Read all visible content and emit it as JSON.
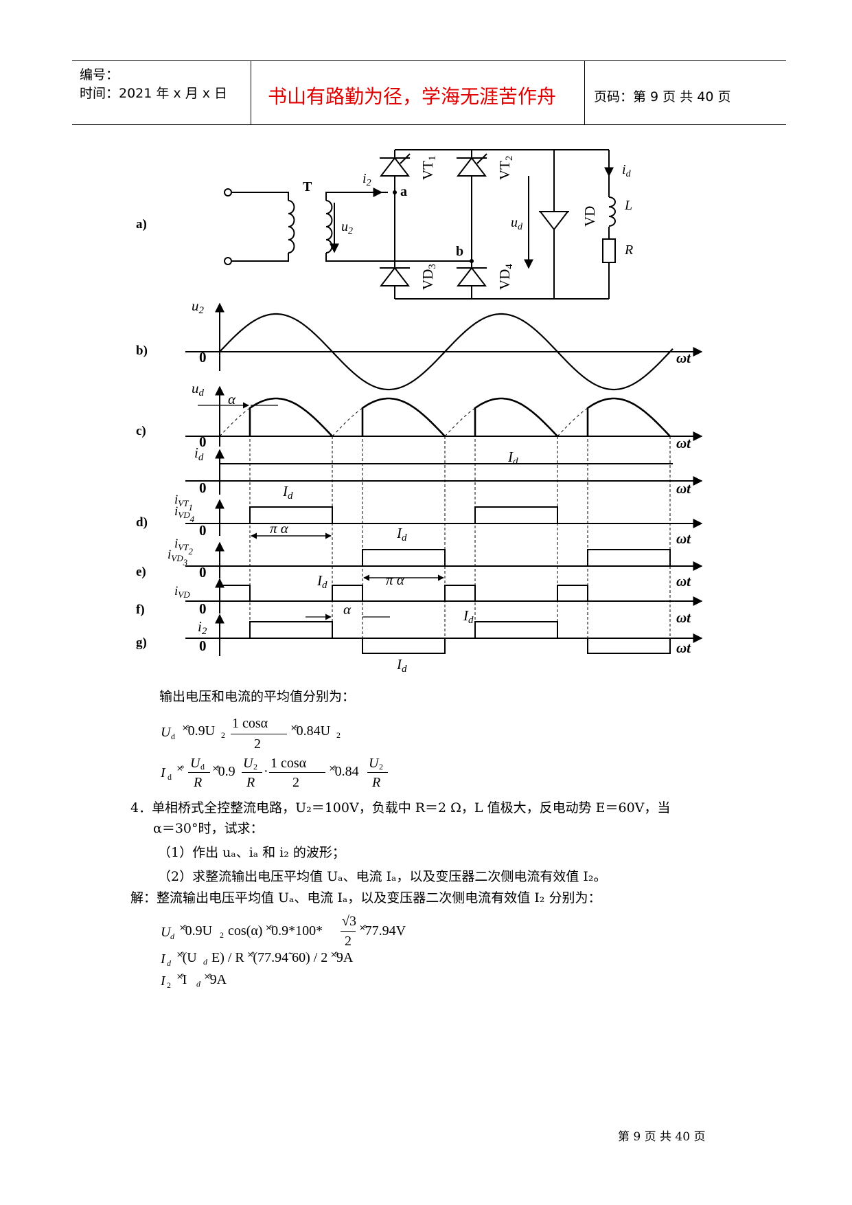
{
  "header": {
    "number_label": "编号：",
    "time_label": "时间：2021 年 x 月 x 日",
    "motto": "书山有路勤为径，学海无涯苦作舟",
    "page_label": "页码：第 9 页  共 40 页"
  },
  "figure": {
    "panel_labels": [
      "a)",
      "b)",
      "c)",
      "d)",
      "e)",
      "f)",
      "g)"
    ],
    "circuit": {
      "transformer": "T",
      "current_i2": "i",
      "current_i2_sub": "2",
      "voltage_u2": "u",
      "voltage_u2_sub": "2",
      "node_a": "a",
      "node_b": "b",
      "vt1": "VT",
      "vt1_sub": "1",
      "vt2": "VT",
      "vt2_sub": "2",
      "vd3": "VD",
      "vd3_sub": "3",
      "vd4": "VD",
      "vd4_sub": "4",
      "vd": "VD",
      "ud": "u",
      "ud_sub": "d",
      "id": "i",
      "id_sub": "d",
      "inductor": "L",
      "resistor": "R"
    },
    "waveforms": {
      "zero": "0",
      "omega_t": "ωt",
      "u2": "u",
      "u2_sub": "2",
      "ud": "u",
      "ud_sub": "d",
      "id": "i",
      "id_sub": "d",
      "Id": "I",
      "Id_sub": "d",
      "alpha": "α",
      "pi_alpha": "π   α",
      "ivt1": "i",
      "ivt1_sub": "VT",
      "ivt1_subsub": "1",
      "ivd4": "i",
      "ivd4_sub": "VD",
      "ivd4_subsub": "4",
      "ivt2": "i",
      "ivt2_sub": "VT",
      "ivt2_subsub": "2",
      "ivd3": "i",
      "ivd3_sub": "VD",
      "ivd3_subsub": "3",
      "ivd": "i",
      "ivd_sub": "VD",
      "i2": "i",
      "i2_sub": "2"
    }
  },
  "content": {
    "intro": "输出电压和电流的平均值分别为：",
    "eq1": {
      "lhs": "U",
      "lhs_sub": "d",
      "mid1": "˟̊0.9U",
      "mid1_sub": "2",
      "frac_num": "1   cosα",
      "frac_den": "2",
      "tail": "˟̊0.84U",
      "tail_sub": "2"
    },
    "eq2": {
      "lhs": "I",
      "lhs_sub": "d",
      "eq": "˟̊",
      "f1_num": "U",
      "f1_num_sub": "d",
      "f1_den": "R",
      "mid": "˟̊0.9",
      "f2_num": "U",
      "f2_num_sub": "2",
      "f2_den": "R",
      "dot": "·",
      "f3_num": "1   cosα",
      "f3_den": "2",
      "tail": "˟̊0.84",
      "f4_num": "U",
      "f4_num_sub": "2",
      "f4_den": "R"
    },
    "problem_line1": "4．单相桥式全控整流电路，U₂＝100V，负载中 R＝2 Ω，L 值极大，反电动势 E＝60V，当",
    "problem_line2": "α＝30°时，试求：",
    "q1": "（1）作出 uₐ、iₐ 和 i₂ 的波形；",
    "q2": "（2）求整流输出电压平均值 Uₐ、电流 Iₐ，以及变压器二次侧电流有效值 I₂。",
    "solution": "解：整流输出电压平均值 Uₐ、电流 Iₐ，以及变压器二次侧电流有效值 I₂ 分别为：",
    "sol_eq1_left": "U",
    "sol_eq1_left_sub": "d",
    "sol_eq1_mid": "˟̊0.9U",
    "sol_eq1_mid_sub": "2",
    "sol_eq1_cos": "cos(α) ˟̊0.9*100*",
    "sol_eq1_sqrt": "√3",
    "sol_eq1_den": "2",
    "sol_eq1_tail": "˟̊77.94V",
    "sol_eq2": "I",
    "sol_eq2_sub": "d",
    "sol_eq2_body": "˟̊(U",
    "sol_eq2_body_sub": "d",
    "sol_eq2_tail": "   E) / R ˟̊(77.94̃   60) / 2 ˟̊9A",
    "sol_eq3": "I",
    "sol_eq3_sub": "2",
    "sol_eq3_mid": "˟̊I",
    "sol_eq3_mid_sub": "d",
    "sol_eq3_tail": "˟̊9A"
  },
  "footer": "第 9 页  共 40 页"
}
